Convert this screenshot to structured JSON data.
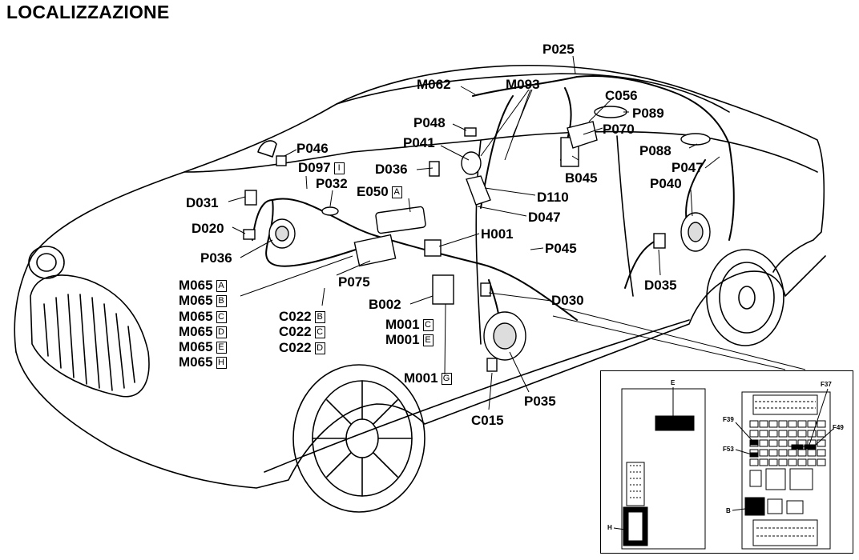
{
  "title": "LOCALIZZAZIONE",
  "labels": {
    "P025": "P025",
    "M062": "M062",
    "M093": "M093",
    "C056": "C056",
    "P089": "P089",
    "P048": "P048",
    "P070": "P070",
    "P041": "P041",
    "P088": "P088",
    "P046": "P046",
    "D097": "D097",
    "D097_box": "I",
    "B045": "B045",
    "P047": "P047",
    "D036": "D036",
    "P032": "P032",
    "P040": "P040",
    "E050": "E050",
    "E050_box": "A",
    "D110": "D110",
    "D031": "D031",
    "D047": "D047",
    "D020": "D020",
    "H001": "H001",
    "P045": "P045",
    "P036": "P036",
    "P075": "P075",
    "D035": "D035",
    "B002": "B002",
    "D030": "D030",
    "M001": "M001",
    "M001G_box": "G",
    "P035": "P035",
    "C015": "C015"
  },
  "m065_list": [
    {
      "code": "M065",
      "box": "A"
    },
    {
      "code": "M065",
      "box": "B"
    },
    {
      "code": "M065",
      "box": "C"
    },
    {
      "code": "M065",
      "box": "D"
    },
    {
      "code": "M065",
      "box": "E"
    },
    {
      "code": "M065",
      "box": "H"
    }
  ],
  "c022_list": [
    {
      "code": "C022",
      "box": "B"
    },
    {
      "code": "C022",
      "box": "C"
    },
    {
      "code": "C022",
      "box": "D"
    }
  ],
  "m001_list": [
    {
      "code": "M001",
      "box": "C"
    },
    {
      "code": "M001",
      "box": "E"
    }
  ],
  "inset_labels": {
    "E": "E",
    "H": "H",
    "F37": "F37",
    "F39": "F39",
    "F49": "F49",
    "F53": "F53",
    "B": "B"
  }
}
